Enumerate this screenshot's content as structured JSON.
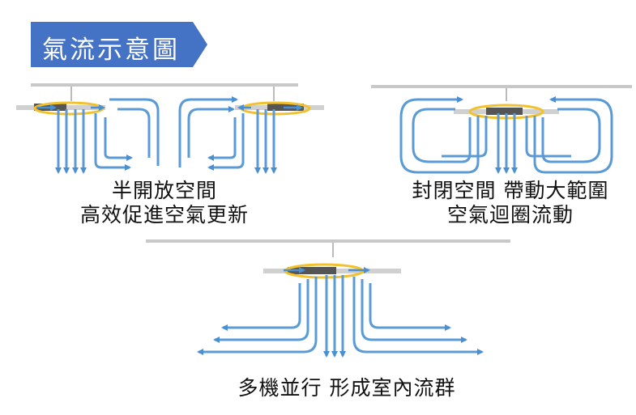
{
  "title": "氣流示意圖",
  "colors": {
    "title_bg": "#4472C4",
    "airflow": "#5B9BD5",
    "fan_ring": "#F2C12E",
    "ceiling": "#BFBFBF"
  },
  "panels": {
    "semi_open": {
      "line1": "半開放空間",
      "line2": "高效促進空氣更新"
    },
    "closed": {
      "line1": "封閉空間 帶動大範圍",
      "line2": "空氣迴圈流動"
    },
    "multi": {
      "line1": "多機並行 形成室內流群"
    }
  }
}
